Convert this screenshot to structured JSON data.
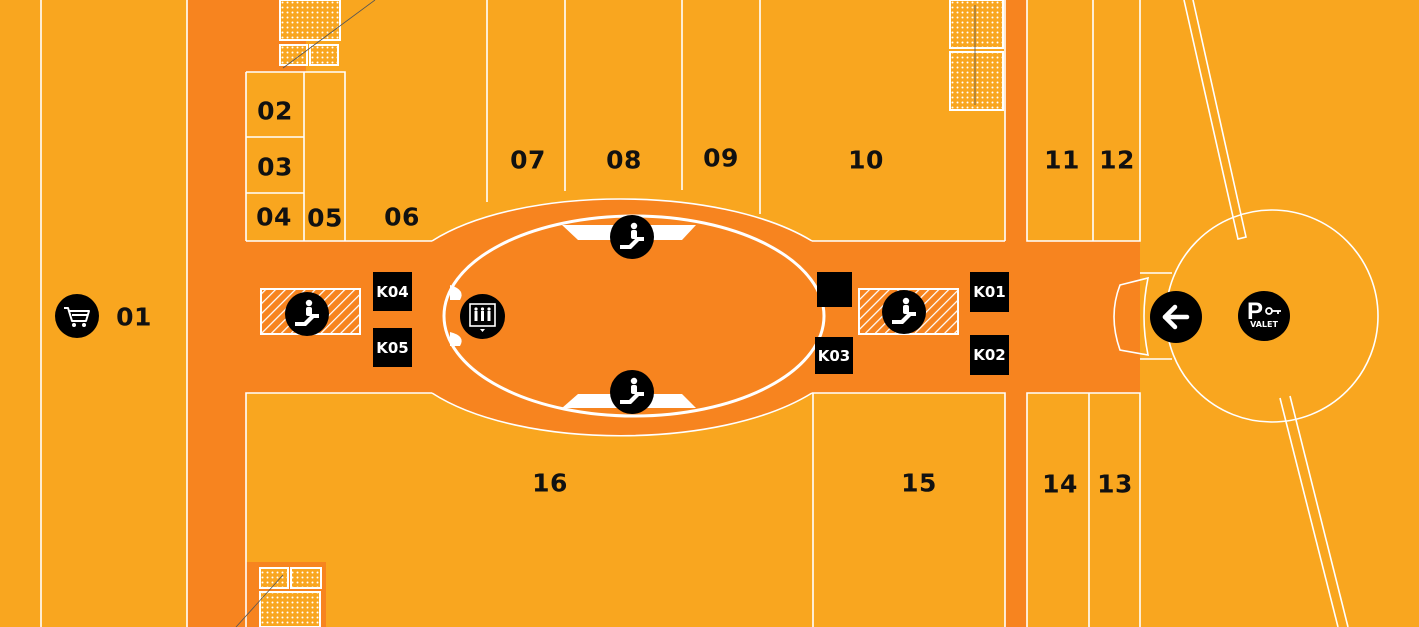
{
  "units": {
    "u01": "01",
    "u02": "02",
    "u03": "03",
    "u04": "04",
    "u05": "05",
    "u06": "06",
    "u07": "07",
    "u08": "08",
    "u09": "09",
    "u10": "10",
    "u11": "11",
    "u12": "12",
    "u13": "13",
    "u14": "14",
    "u15": "15",
    "u16": "16"
  },
  "kiosks": {
    "k01": "K01",
    "k02": "K02",
    "k03": "K03",
    "k04": "K04",
    "k05": "K05"
  },
  "icons": {
    "shopping": "shopping-cart-icon",
    "escalator": "escalator-icon",
    "lift": "lift-icon",
    "entrance": "arrow-left-icon",
    "valet": "valet-parking-icon"
  },
  "valet_label": "VALET",
  "colors": {
    "unit_fill": "#f9a61f",
    "corridor_fill": "#f7841f",
    "line": "#ffffff",
    "kiosk_fill": "#000000"
  }
}
